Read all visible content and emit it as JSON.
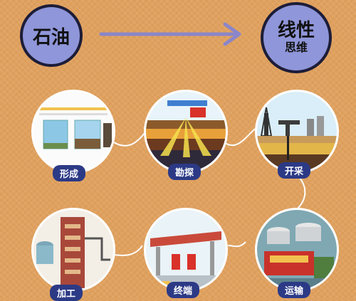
{
  "header": {
    "left_circle_text": "石油",
    "right_circle_line1": "线性",
    "right_circle_line2": "思维"
  },
  "steps": [
    {
      "label": "形成"
    },
    {
      "label": "勘探"
    },
    {
      "label": "开采"
    },
    {
      "label": "加工"
    },
    {
      "label": "终端"
    },
    {
      "label": "运输"
    }
  ],
  "colors": {
    "background": "#e0a15f",
    "circle_fill": "#8f96d9",
    "circle_border": "#1d1d38",
    "arrow": "#8a86c9",
    "label_bg": "#2c3a86"
  }
}
